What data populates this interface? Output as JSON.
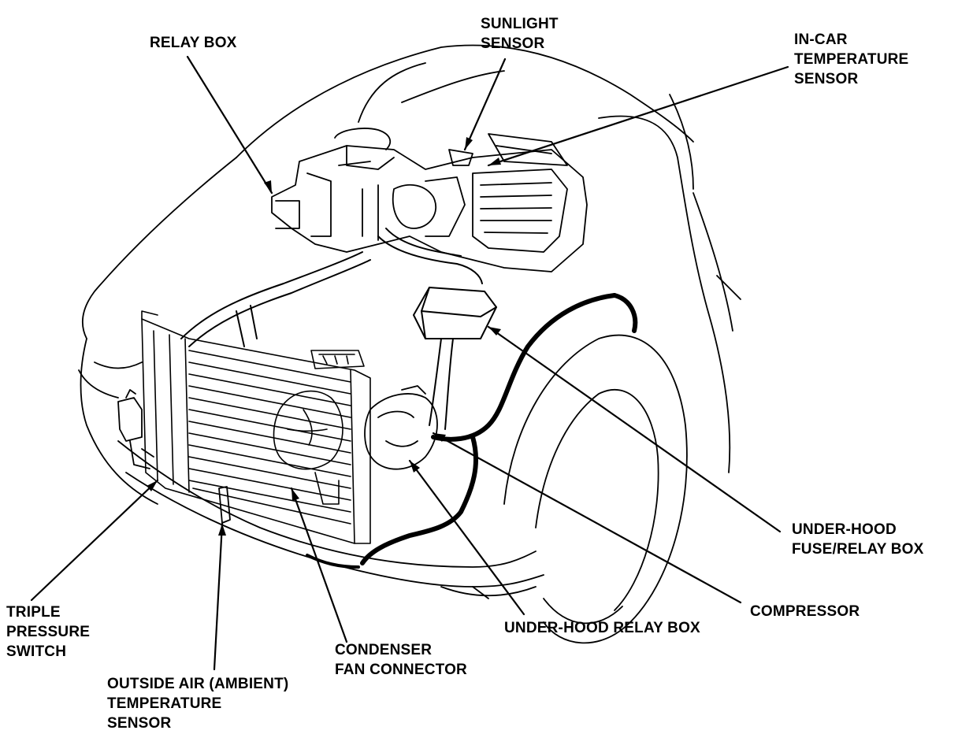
{
  "colors": {
    "ink": "#000000",
    "paper": "#ffffff"
  },
  "labels": {
    "relay_box": "RELAY BOX",
    "sunlight_sensor": "SUNLIGHT\nSENSOR",
    "in_car_temperature_sensor": "IN-CAR\nTEMPERATURE\nSENSOR",
    "under_hood_fuse_relay_box": "UNDER-HOOD\nFUSE/RELAY BOX",
    "compressor": "COMPRESSOR",
    "under_hood_relay_box": "UNDER-HOOD RELAY BOX",
    "condenser_fan_connector": "CONDENSER\nFAN CONNECTOR",
    "outside_air_temperature_sensor": "OUTSIDE AIR (AMBIENT)\nTEMPERATURE\nSENSOR",
    "triple_pressure_switch": "TRIPLE\nPRESSURE\nSWITCH"
  }
}
